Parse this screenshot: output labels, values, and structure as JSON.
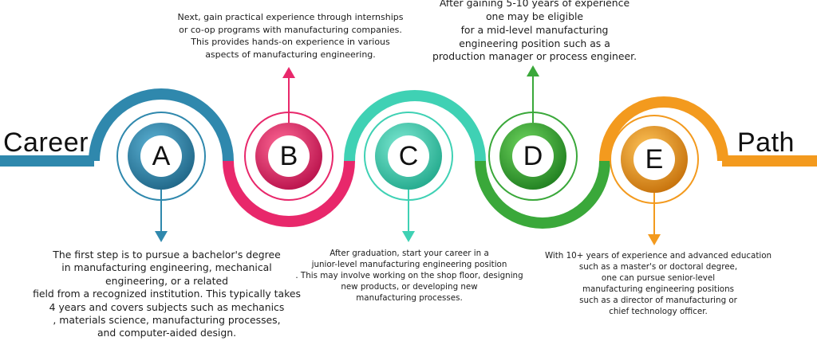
{
  "title_left": "Career",
  "title_right": "Path",
  "colors": {
    "a": "#2f88ad",
    "b": "#e8286b",
    "c": "#3fd1b4",
    "d": "#3aa83a",
    "e": "#f39a1e",
    "base_left": "#2f88ad",
    "base_right": "#f39a1e"
  },
  "steps": [
    {
      "letter": "A",
      "lines": [
        "The first step is to pursue a bachelor's degree",
        "in manufacturing engineering, mechanical",
        "engineering, or a related",
        "field from a recognized institution. This typically takes",
        "4 years and covers subjects such as mechanics",
        ", materials science, manufacturing processes,",
        "and computer-aided design."
      ]
    },
    {
      "letter": "B",
      "lines": [
        "Next, gain practical experience through internships",
        "or co-op programs with manufacturing companies.",
        "This provides hands-on experience in various",
        "aspects of manufacturing engineering."
      ]
    },
    {
      "letter": "C",
      "lines": [
        "After graduation, start your career in a",
        "junior-level manufacturing engineering position",
        ". This may involve working on the shop floor, designing",
        "new products, or developing new",
        "manufacturing processes."
      ]
    },
    {
      "letter": "D",
      "lines": [
        "After gaining 5-10 years of experience",
        "one may be eligible",
        "for a mid-level manufacturing",
        "engineering position such as a",
        "production manager or process engineer."
      ]
    },
    {
      "letter": "E",
      "lines": [
        "With 10+ years of experience and advanced education",
        "such as a master's or doctoral degree,",
        "one can pursue senior-level",
        "manufacturing engineering positions",
        "such as a director of manufacturing or",
        "chief technology officer."
      ]
    }
  ]
}
